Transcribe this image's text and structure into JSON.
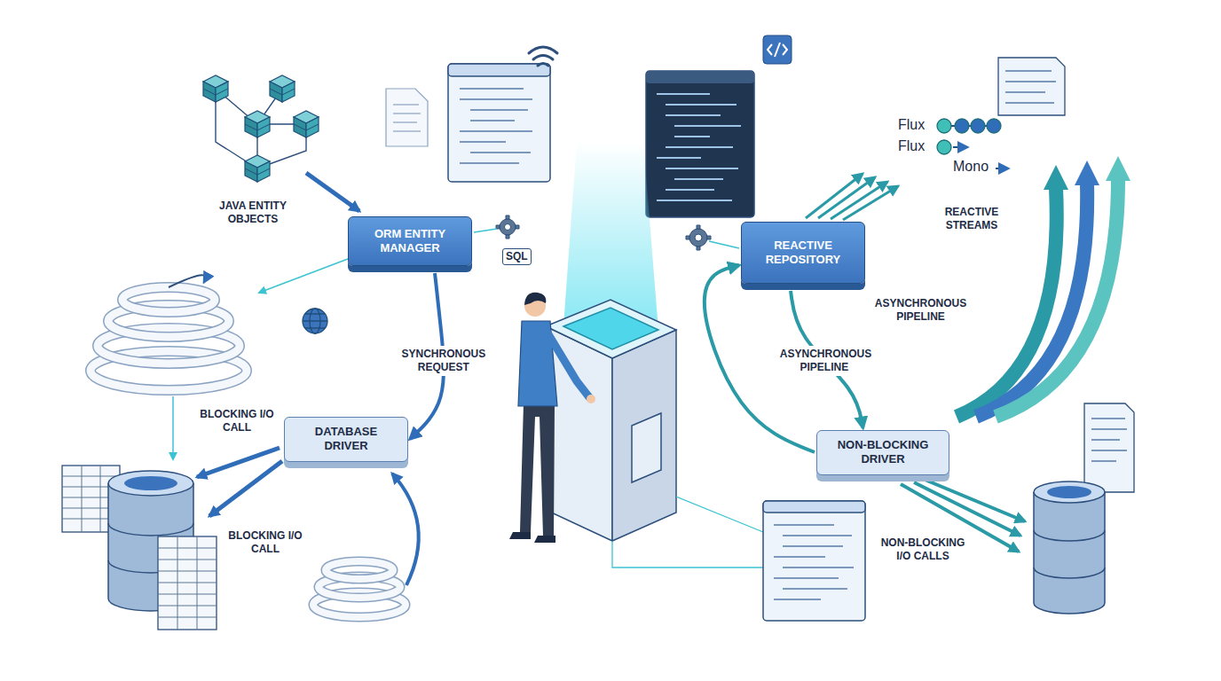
{
  "diagram": {
    "nodes": [
      {
        "text": [
          "ORM ENTITY MANAGER"
        ]
      },
      {
        "text": [
          "DATABASE DRIVER"
        ]
      },
      {
        "text": [
          "REACTIVE REPOSITORY"
        ]
      },
      {
        "text": [
          "NON-BLOCKING DRIVER"
        ]
      }
    ],
    "edges": [
      {
        "from": 0,
        "to": 1,
        "label": "SYNCHRONOUS REQUEST",
        "arrow": "to"
      },
      {
        "from": 2,
        "to": 3,
        "label": "ASYNCHRONOUS PIPELINE",
        "arrow": "to"
      },
      {
        "from": 3,
        "to": 2,
        "arrow": "to"
      }
    ],
    "labels": [
      "JAVA ENTITY OBJECTS",
      "SQL",
      "BLOCKING I/O CALL",
      "BLOCKING I/O CALL",
      "Flux",
      "Flux",
      "Mono",
      "REACTIVE STREAMS",
      "ASYNCHRONOUS PIPELINE",
      "NON-BLOCKING I/O CALLS"
    ]
  }
}
